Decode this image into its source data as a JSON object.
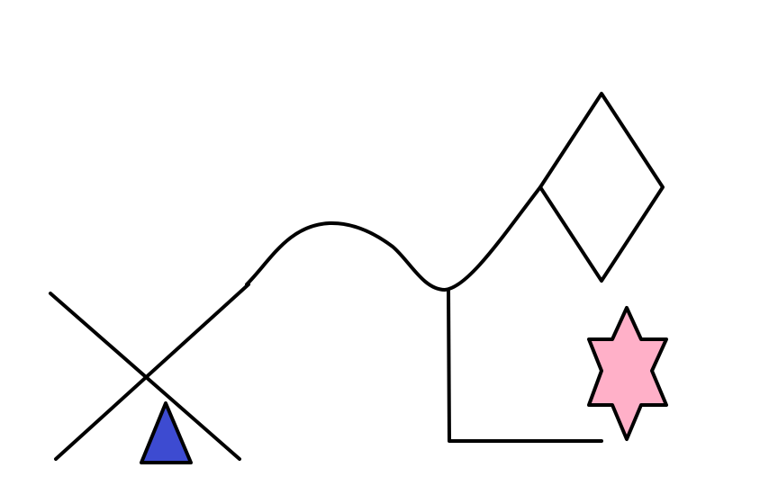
{
  "canvas": {
    "background": "#ffffff"
  },
  "colors": {
    "stroke": "#000000",
    "triangle_fill": "#3d4bd1",
    "star_fill": "#ffb0c8"
  },
  "shapes": [
    {
      "name": "crossing-lines",
      "kind": "line-pair"
    },
    {
      "name": "triangle",
      "kind": "filled-triangle",
      "fill": "#3d4bd1"
    },
    {
      "name": "wavy-path",
      "kind": "polyline-curve"
    },
    {
      "name": "diamond",
      "kind": "outline-diamond"
    },
    {
      "name": "l-bracket",
      "kind": "polyline"
    },
    {
      "name": "six-point-star",
      "kind": "filled-star",
      "fill": "#ffb0c8"
    }
  ]
}
